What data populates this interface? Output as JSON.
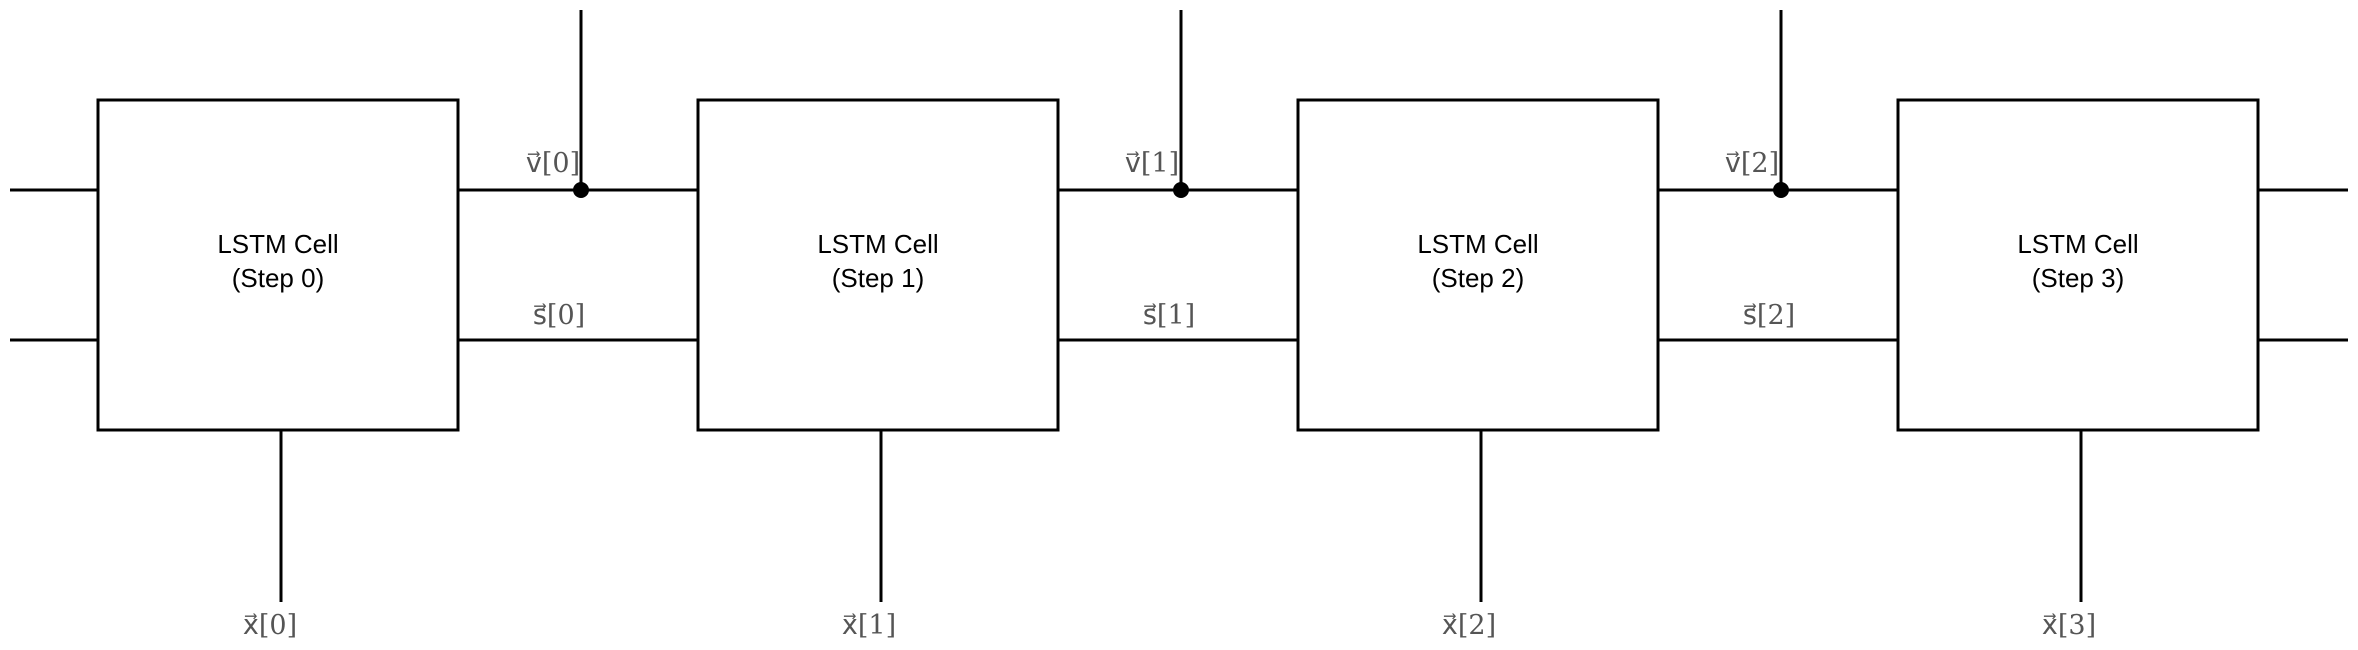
{
  "diagram": {
    "cells": [
      {
        "line1": "LSTM Cell",
        "line2": "(Step 0)",
        "input": "x⃗[0]"
      },
      {
        "line1": "LSTM Cell",
        "line2": "(Step 1)",
        "input": "x⃗[1]"
      },
      {
        "line1": "LSTM Cell",
        "line2": "(Step 2)",
        "input": "x⃗[2]"
      },
      {
        "line1": "LSTM Cell",
        "line2": "(Step 3)",
        "input": "x⃗[3]"
      }
    ],
    "connections": [
      {
        "output": "v⃗[0]",
        "state": "s⃗[0]"
      },
      {
        "output": "v⃗[1]",
        "state": "s⃗[1]"
      },
      {
        "output": "v⃗[2]",
        "state": "s⃗[2]"
      }
    ]
  }
}
